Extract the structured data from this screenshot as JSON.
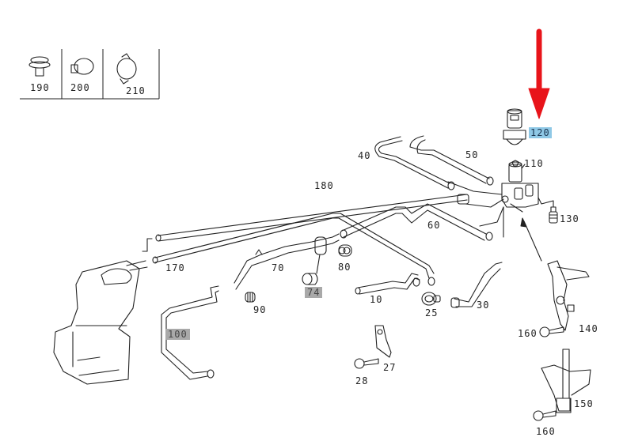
{
  "diagram": {
    "title": "Heater hose / valve assembly exploded parts diagram",
    "highlight_color": "#8fc8e6",
    "arrow_color": "#e8141a",
    "legend_parts": [
      {
        "number": "190",
        "icon": "grommet-icon"
      },
      {
        "number": "200",
        "icon": "hose-clamp-icon"
      },
      {
        "number": "210",
        "icon": "spring-clamp-icon"
      }
    ],
    "callouts": [
      {
        "id": "120",
        "label": "120",
        "style": "selected"
      },
      {
        "id": "110",
        "label": "110"
      },
      {
        "id": "130",
        "label": "130"
      },
      {
        "id": "40",
        "label": "40"
      },
      {
        "id": "50",
        "label": "50"
      },
      {
        "id": "180",
        "label": "180"
      },
      {
        "id": "60",
        "label": "60"
      },
      {
        "id": "170",
        "label": "170"
      },
      {
        "id": "70",
        "label": "70"
      },
      {
        "id": "80",
        "label": "80"
      },
      {
        "id": "74",
        "label": "74",
        "style": "gray"
      },
      {
        "id": "90",
        "label": "90"
      },
      {
        "id": "10",
        "label": "10"
      },
      {
        "id": "25",
        "label": "25"
      },
      {
        "id": "30",
        "label": "30"
      },
      {
        "id": "100",
        "label": "100",
        "style": "gray"
      },
      {
        "id": "27",
        "label": "27"
      },
      {
        "id": "28",
        "label": "28"
      },
      {
        "id": "160a",
        "label": "160"
      },
      {
        "id": "140",
        "label": "140"
      },
      {
        "id": "150",
        "label": "150"
      },
      {
        "id": "160b",
        "label": "160"
      }
    ]
  }
}
